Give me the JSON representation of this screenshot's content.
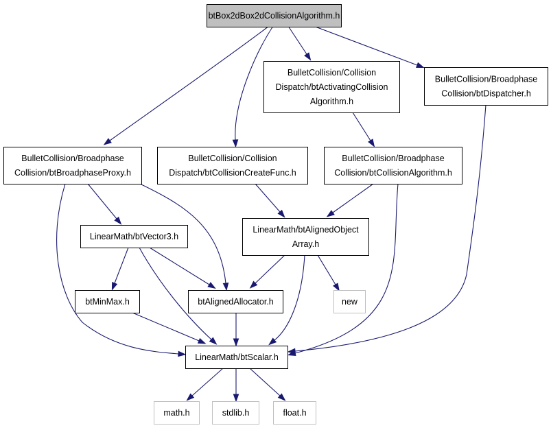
{
  "title": "btBox2dBox2dCollisionAlgorithm.h",
  "colors": {
    "edge": "#191970",
    "root_fill": "#bfbfbf",
    "border": "#000000",
    "external_border": "#bfbfbf"
  },
  "nodes": [
    {
      "id": "root",
      "lines": [
        "btBox2dBox2dCollisionAlgorithm.h"
      ],
      "kind": "root"
    },
    {
      "id": "activating",
      "lines": [
        "BulletCollision/Collision",
        "Dispatch/btActivatingCollision",
        "Algorithm.h"
      ],
      "kind": "normal"
    },
    {
      "id": "dispatcher",
      "lines": [
        "BulletCollision/Broadphase",
        "Collision/btDispatcher.h"
      ],
      "kind": "normal"
    },
    {
      "id": "proxy",
      "lines": [
        "BulletCollision/Broadphase",
        "Collision/btBroadphaseProxy.h"
      ],
      "kind": "normal"
    },
    {
      "id": "createfunc",
      "lines": [
        "BulletCollision/Collision",
        "Dispatch/btCollisionCreateFunc.h"
      ],
      "kind": "normal"
    },
    {
      "id": "collalgo",
      "lines": [
        "BulletCollision/Broadphase",
        "Collision/btCollisionAlgorithm.h"
      ],
      "kind": "normal"
    },
    {
      "id": "alignedarray",
      "lines": [
        "LinearMath/btAlignedObject",
        "Array.h"
      ],
      "kind": "normal"
    },
    {
      "id": "vector3",
      "lines": [
        "LinearMath/btVector3.h"
      ],
      "kind": "normal"
    },
    {
      "id": "minmax",
      "lines": [
        "btMinMax.h"
      ],
      "kind": "normal"
    },
    {
      "id": "allocator",
      "lines": [
        "btAlignedAllocator.h"
      ],
      "kind": "normal"
    },
    {
      "id": "new",
      "lines": [
        "new"
      ],
      "kind": "ext"
    },
    {
      "id": "scalar",
      "lines": [
        "LinearMath/btScalar.h"
      ],
      "kind": "normal"
    },
    {
      "id": "math",
      "lines": [
        "math.h"
      ],
      "kind": "ext"
    },
    {
      "id": "stdlib",
      "lines": [
        "stdlib.h"
      ],
      "kind": "ext"
    },
    {
      "id": "float",
      "lines": [
        "float.h"
      ],
      "kind": "ext"
    }
  ],
  "edges": [
    {
      "from": "root",
      "to": "activating"
    },
    {
      "from": "root",
      "to": "dispatcher"
    },
    {
      "from": "root",
      "to": "proxy"
    },
    {
      "from": "root",
      "to": "createfunc"
    },
    {
      "from": "activating",
      "to": "collalgo"
    },
    {
      "from": "dispatcher",
      "to": "scalar"
    },
    {
      "from": "proxy",
      "to": "vector3"
    },
    {
      "from": "proxy",
      "to": "allocator"
    },
    {
      "from": "proxy",
      "to": "scalar"
    },
    {
      "from": "createfunc",
      "to": "alignedarray"
    },
    {
      "from": "collalgo",
      "to": "alignedarray"
    },
    {
      "from": "collalgo",
      "to": "scalar"
    },
    {
      "from": "alignedarray",
      "to": "allocator"
    },
    {
      "from": "alignedarray",
      "to": "new"
    },
    {
      "from": "alignedarray",
      "to": "scalar"
    },
    {
      "from": "vector3",
      "to": "minmax"
    },
    {
      "from": "vector3",
      "to": "allocator"
    },
    {
      "from": "vector3",
      "to": "scalar"
    },
    {
      "from": "minmax",
      "to": "scalar"
    },
    {
      "from": "allocator",
      "to": "scalar"
    },
    {
      "from": "scalar",
      "to": "math"
    },
    {
      "from": "scalar",
      "to": "stdlib"
    },
    {
      "from": "scalar",
      "to": "float"
    }
  ]
}
